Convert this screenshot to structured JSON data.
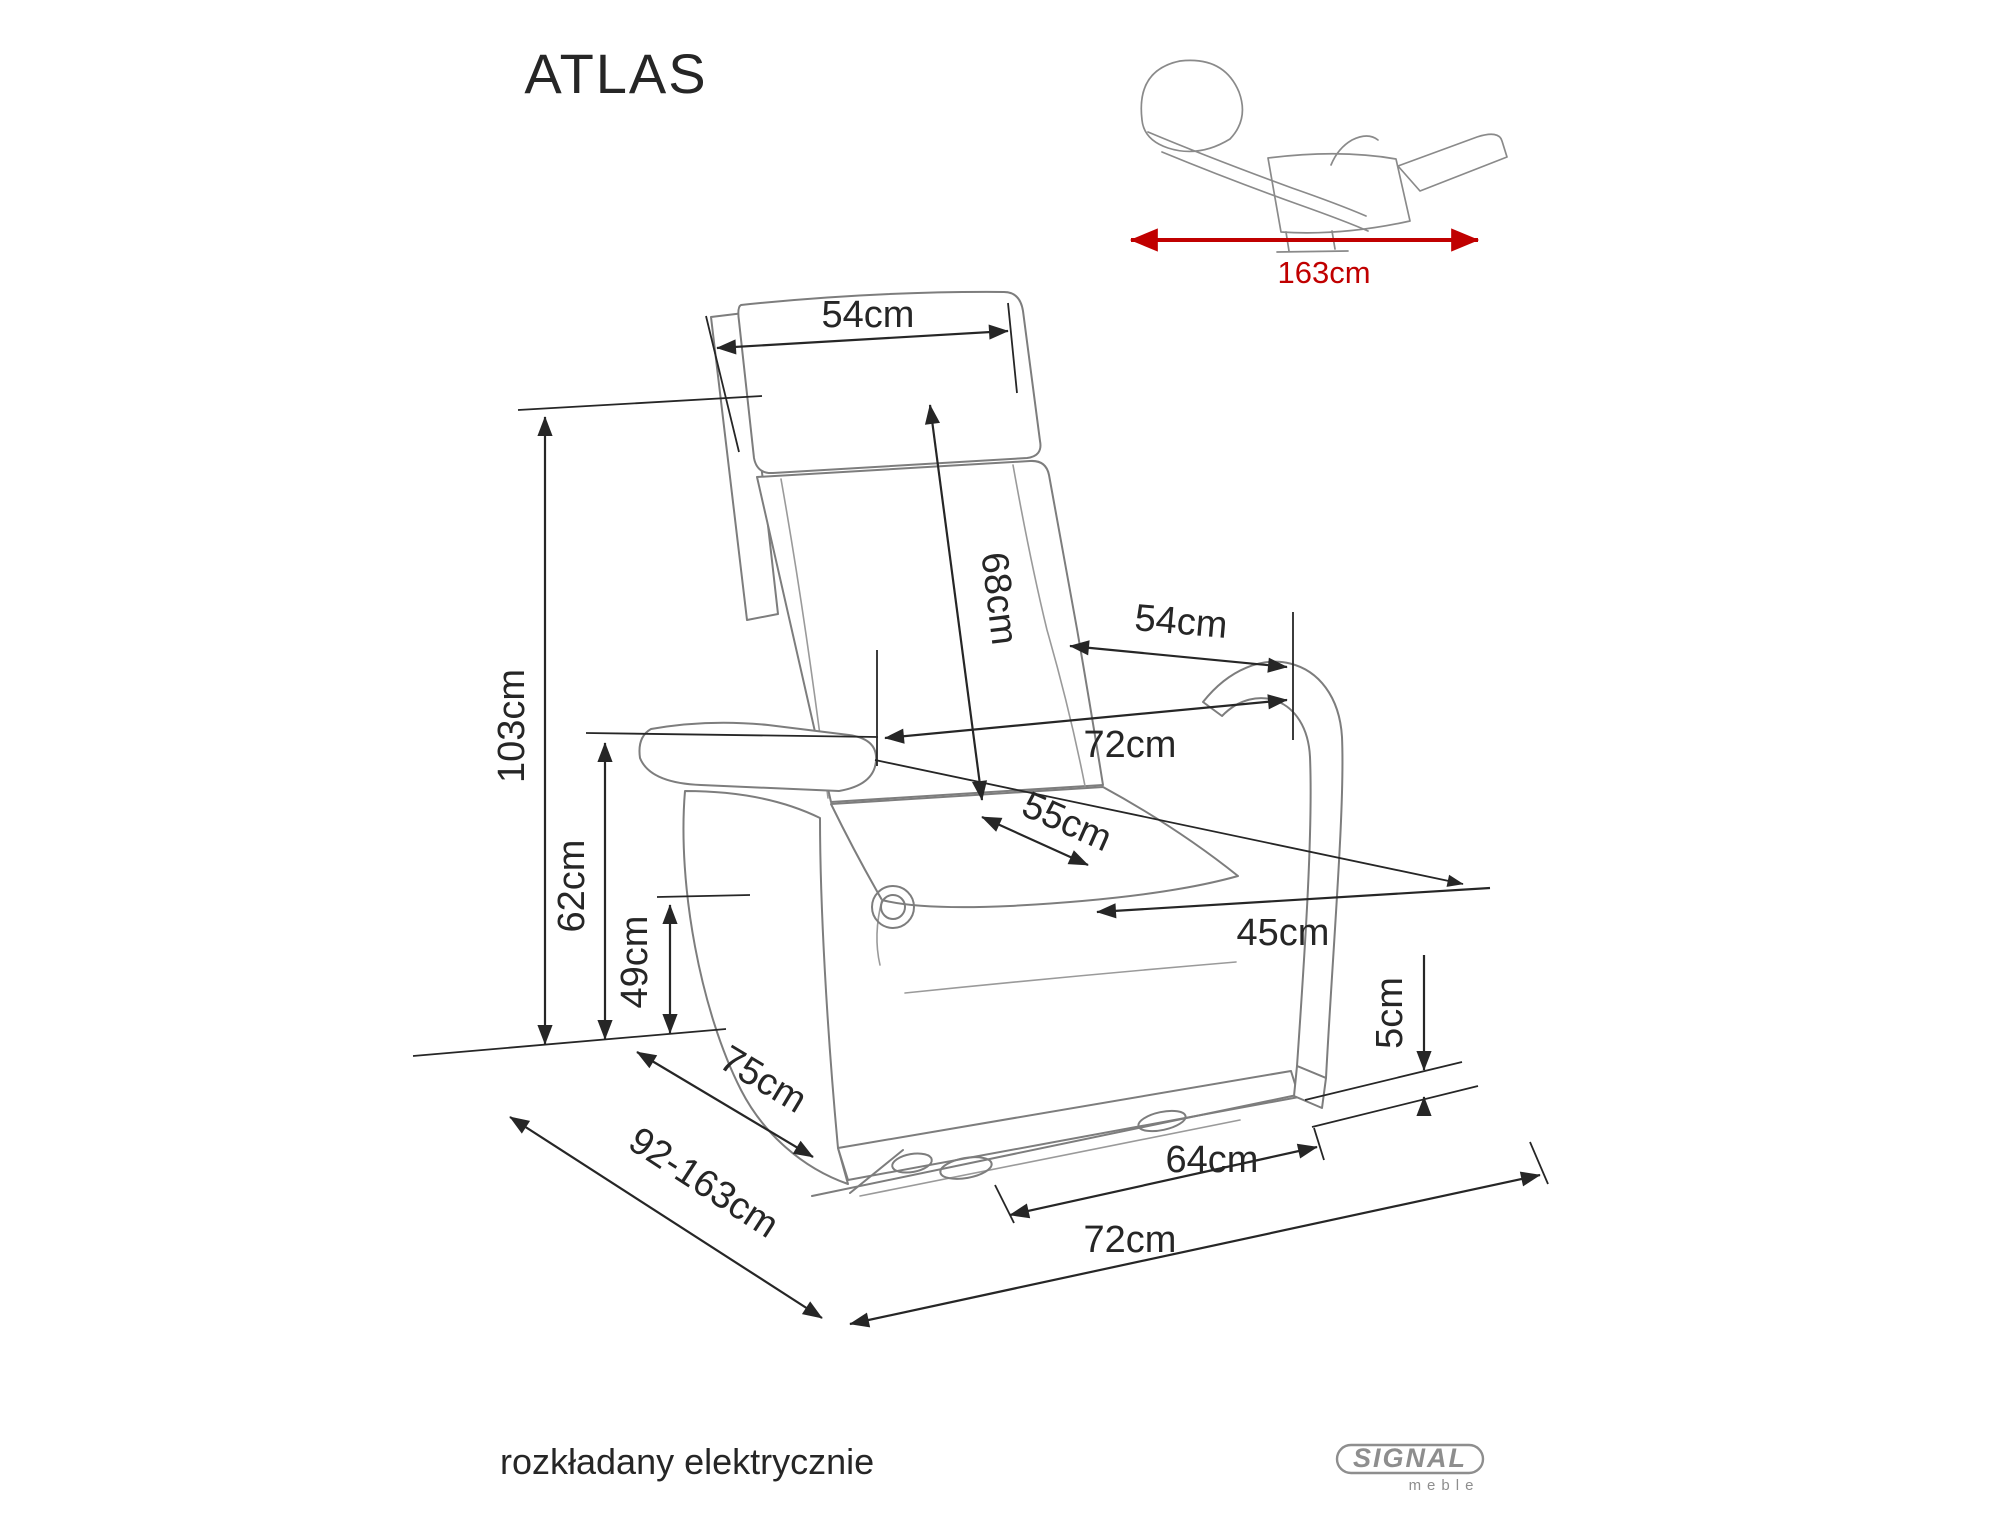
{
  "title": "ATLAS",
  "caption": "rozkładany elektrycznie",
  "logo": {
    "brand": "SIGNAL",
    "subtitle": "meble"
  },
  "colors": {
    "dimension_line": "#262626",
    "reclined_accent": "#c00000",
    "drawing_line": "#7d7d7d",
    "logo_gray": "#8e8e8e"
  },
  "reclined_view": {
    "length": "163cm"
  },
  "dimensions": {
    "backrest_width": "54cm",
    "backrest_height": "68cm",
    "armrest_span": "54cm",
    "overall_width": "72cm",
    "seat_depth": "55cm",
    "seat_width": "45cm",
    "overall_height": "103cm",
    "armrest_height": "62cm",
    "seat_height": "49cm",
    "ground_clearance": "5cm",
    "base_length": "64cm",
    "floor_depth": "72cm",
    "side_depth": "75cm",
    "extended_depth": "92-163cm"
  }
}
